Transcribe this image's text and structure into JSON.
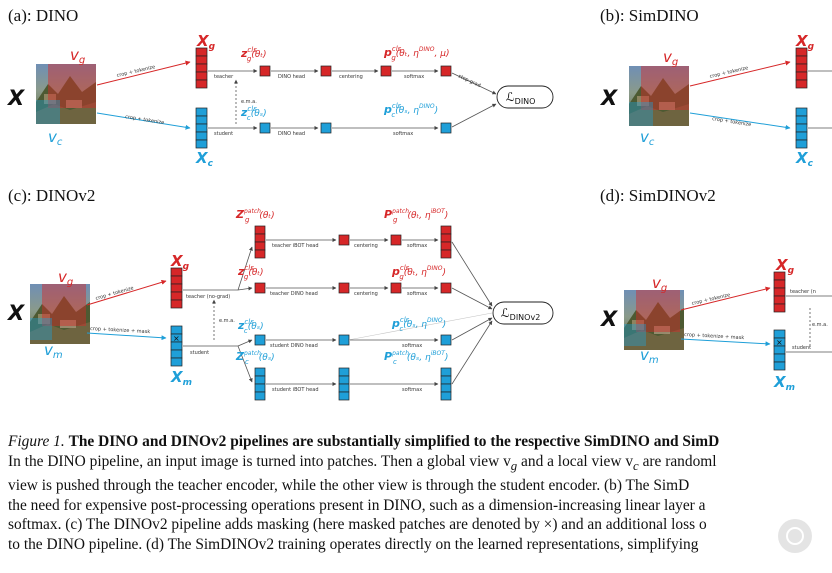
{
  "panels": {
    "a": "(a): DINO",
    "b": "(b): SimDINO",
    "c": "(c): DINOv2",
    "d": "(d): SimDINOv2"
  },
  "dino": {
    "X": "X",
    "vg": "v",
    "vg_sub": "g",
    "vc": "v",
    "vc_sub": "c",
    "Xg": "X",
    "Xg_sub": "g",
    "Xc": "X",
    "Xc_sub": "c",
    "crop_tokenize": "crop + tokenize",
    "teacher": "teacher",
    "student": "student",
    "ema": "e.m.a.",
    "dino_head": "DINO head",
    "centering": "centering",
    "softmax": "softmax",
    "stop_grad": "stop-grad",
    "z_teacher": "z",
    "z_teacher_sup": "cls",
    "z_teacher_sub": "g",
    "z_teacher_arg": "(θₜ)",
    "z_student": "z",
    "z_student_sup": "cls",
    "z_student_sub": "c",
    "z_student_arg": "(θₛ)",
    "p_teacher": "p",
    "p_teacher_sup": "cls",
    "p_teacher_sub": "g",
    "p_teacher_arg": "(θₜ, η",
    "p_teacher_arg_sup": "DINO",
    "p_teacher_arg_end": ", μ)",
    "p_student": "p",
    "p_student_sup": "cls",
    "p_student_sub": "c",
    "p_student_arg": "(θₛ, η",
    "p_student_arg_sup": "DINO",
    "p_student_arg_end": ")",
    "loss": "ℒ",
    "loss_sub": "DINO"
  },
  "simdino": {
    "X": "X",
    "vg": "v",
    "vg_sub": "g",
    "vc": "v",
    "vc_sub": "c",
    "Xg": "X",
    "Xg_sub": "g",
    "Xc": "X",
    "Xc_sub": "c",
    "crop_tokenize": "crop + tokenize"
  },
  "dinov2": {
    "X": "X",
    "vg": "v",
    "vg_sub": "g",
    "vm": "v",
    "vm_sub": "m",
    "Xg": "X",
    "Xg_sub": "g",
    "Xm": "X",
    "Xm_sub": "m",
    "crop_tokenize": "crop + tokenize",
    "crop_tokenize_mask": "crop + tokenize + mask",
    "teacher": "teacher (no-grad)",
    "student": "student",
    "ema": "e.m.a.",
    "teacher_ibot_head": "teacher iBOT head",
    "teacher_dino_head": "teacher DINO head",
    "student_dino_head": "student DINO head",
    "student_ibot_head": "student iBOT head",
    "centering": "centering",
    "softmax": "softmax",
    "z_patch_g": "Z",
    "z_patch_g_sup": "patch",
    "z_patch_g_sub": "g",
    "z_patch_g_arg": "(θₜ)",
    "z_cls_g": "z",
    "z_cls_g_sup": "cls",
    "z_cls_g_sub": "g",
    "z_cls_g_arg": "(θₜ)",
    "z_cls_c": "z",
    "z_cls_c_sup": "cls",
    "z_cls_c_sub": "c",
    "z_cls_c_arg": "(θₛ)",
    "z_patch_c": "Z",
    "z_patch_c_sup": "patch",
    "z_patch_c_sub": "c",
    "z_patch_c_arg": "(θₛ)",
    "p_patch_g": "P",
    "p_patch_g_sup": "patch",
    "p_patch_g_sub": "g",
    "p_patch_g_arg": "(θₜ, η",
    "p_patch_g_arg_sup": "iBOT",
    "p_patch_g_end": ")",
    "p_cls_g": "p",
    "p_cls_g_sup": "cls",
    "p_cls_g_sub": "g",
    "p_cls_g_arg": "(θₜ, η",
    "p_cls_g_arg_sup": "DINO",
    "p_cls_g_end": ")",
    "p_cls_c": "p",
    "p_cls_c_sup": "cls",
    "p_cls_c_sub": "c",
    "p_cls_c_arg": "(θₛ, η",
    "p_cls_c_arg_sup": "DINO",
    "p_cls_c_end": ")",
    "p_patch_c": "P",
    "p_patch_c_sup": "patch",
    "p_patch_c_sub": "c",
    "p_patch_c_arg": "(θₛ, η",
    "p_patch_c_arg_sup": "iBOT",
    "p_patch_c_end": ")",
    "loss": "ℒ",
    "loss_sub": "DINOv2"
  },
  "simdinov2": {
    "X": "X",
    "vg": "v",
    "vg_sub": "g",
    "vm": "v",
    "vm_sub": "m",
    "Xg": "X",
    "Xg_sub": "g",
    "Xm": "X",
    "Xm_sub": "m",
    "crop_tokenize": "crop + tokenize",
    "crop_tokenize_mask": "crop + tokenize + mask",
    "teacher": "teacher (n",
    "student": "student",
    "ema": "e.m.a."
  },
  "caption": {
    "fig_tag": "Figure 1.",
    "bold": "The DINO and DINOv2 pipelines are substantially simplified to the respective SimDINO and SimD",
    "line2": "In the DINO pipeline, an input image is turned into patches. Then a global view v",
    "line2_sub": "g",
    "line2_mid": " and a local view v",
    "line2_sub2": "c",
    "line2_end": " are randoml",
    "line3": "view is pushed through the teacher encoder, while the other view is through the student encoder. (b) The SimD",
    "line4": "the need for expensive post-processing operations present in DINO, such as a dimension-increasing linear layer a",
    "line5": "softmax. (c) The DINOv2 pipeline adds masking (here masked patches are denoted by ×) and an additional loss o",
    "line6": "to the DINO pipeline. (d) The SimDINOv2 training operates directly on the learned representations, simplifying"
  },
  "colors": {
    "teacher_red": "#d62728",
    "student_blue": "#1f9fd8",
    "arrow_gray": "#555555",
    "text_dark": "#111111"
  }
}
